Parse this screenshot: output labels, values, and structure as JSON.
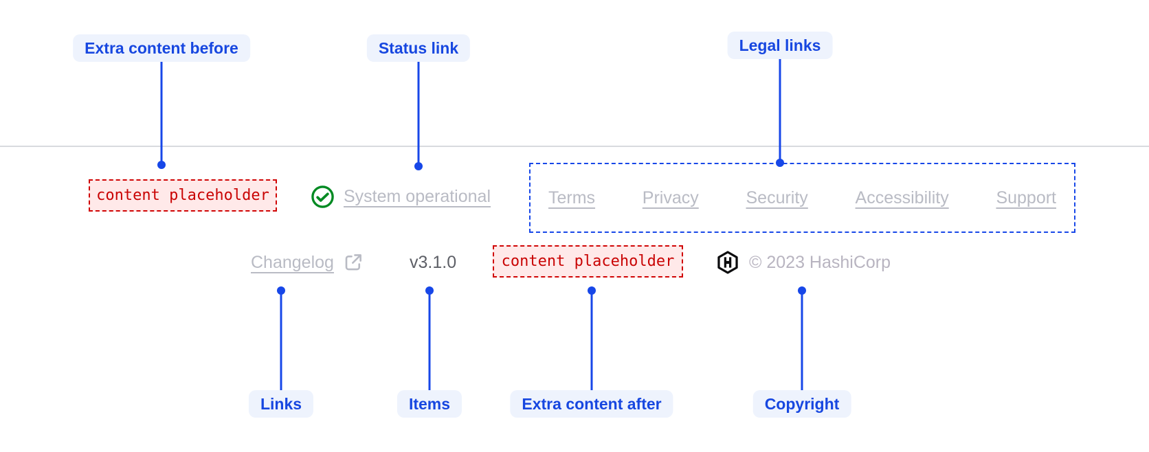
{
  "callouts": {
    "extra_content_before": "Extra content before",
    "status_link": "Status link",
    "legal_links": "Legal links",
    "links": "Links",
    "items": "Items",
    "extra_content_after": "Extra content after",
    "copyright": "Copyright"
  },
  "footer": {
    "extra_content_before_placeholder": "content placeholder",
    "status": {
      "label": "System operational",
      "icon": "check-circle-icon"
    },
    "legal": {
      "links": [
        "Terms",
        "Privacy",
        "Security",
        "Accessibility",
        "Support"
      ]
    },
    "links": {
      "changelog": "Changelog",
      "icon": "external-link-icon"
    },
    "items": {
      "version": "v3.1.0"
    },
    "extra_content_after_placeholder": "content placeholder",
    "copyright": {
      "label": "© 2023 HashiCorp",
      "icon": "hashicorp-logo-icon"
    }
  },
  "colors": {
    "accent_blue": "#1747e8",
    "placeholder_red": "#c90404",
    "placeholder_bg": "#ffe9e9",
    "success_green": "#008a22",
    "muted_link": "#b9bbc4",
    "version_gray": "#5d5f66",
    "divider_gray": "#d8dade"
  }
}
